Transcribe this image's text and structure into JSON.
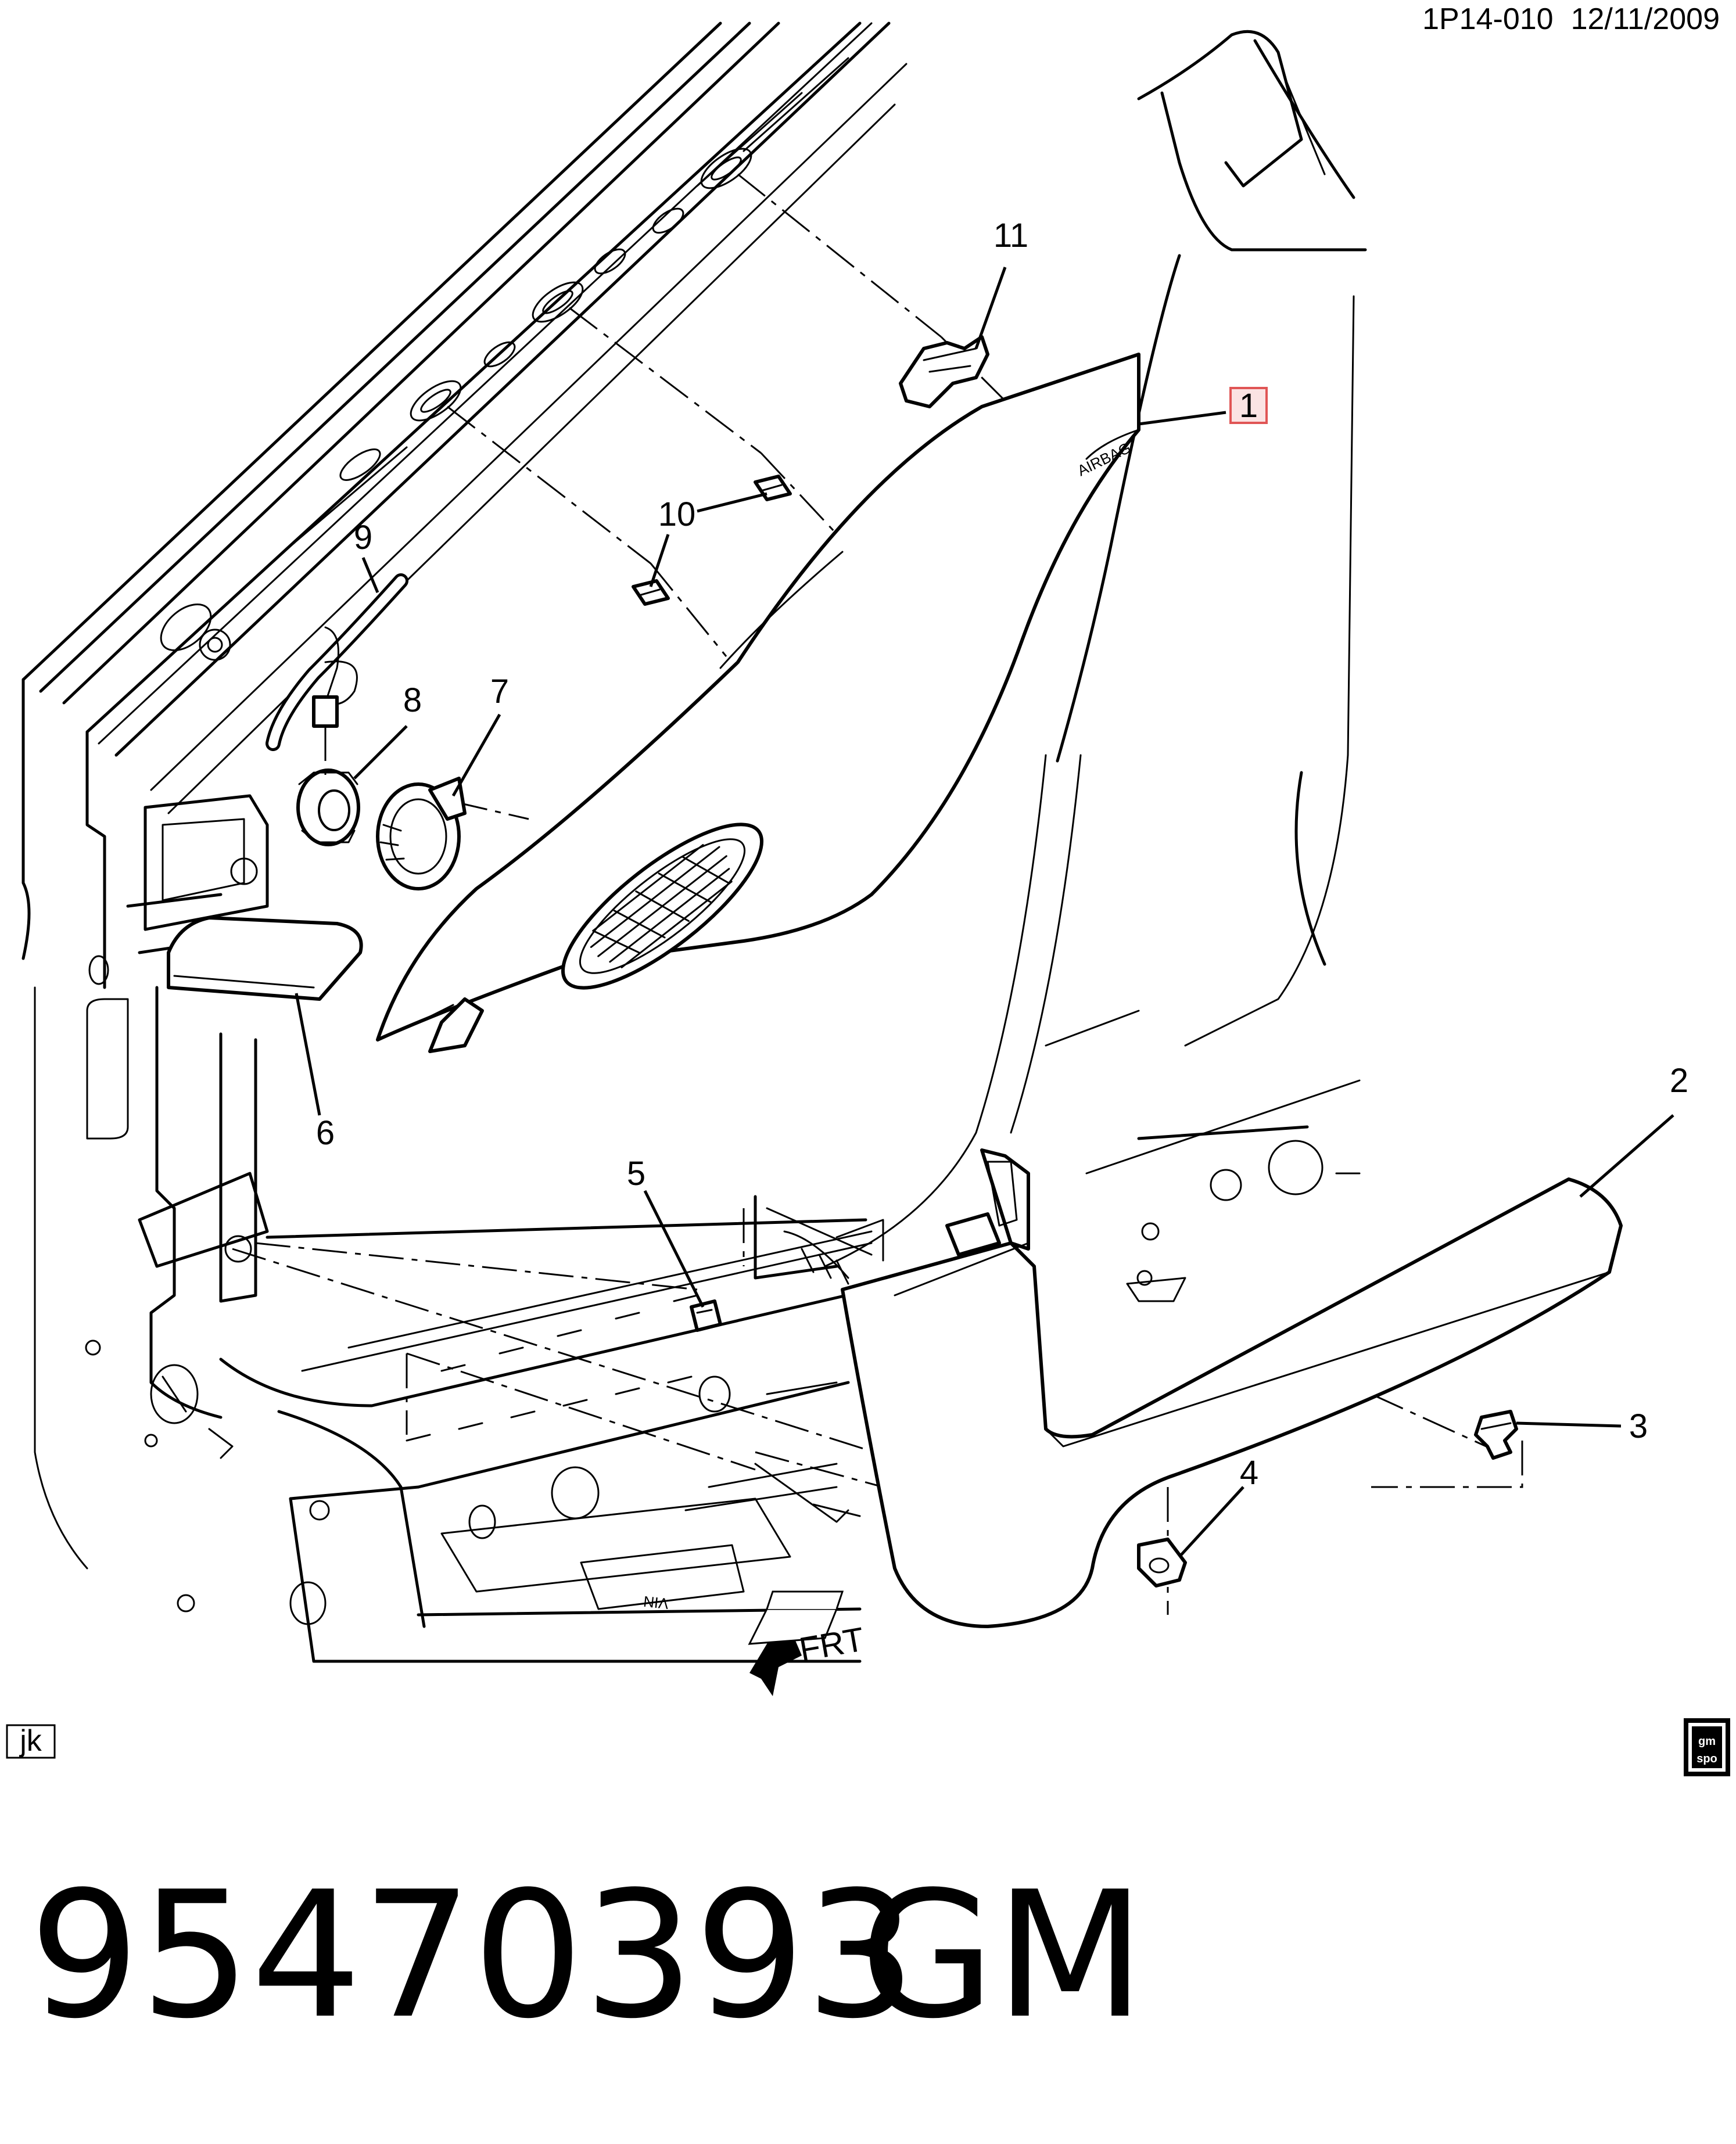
{
  "header": {
    "diagram_code": "1P14-010",
    "date": "12/11/2009"
  },
  "callouts": [
    {
      "id": "1",
      "label": "1",
      "highlighted": true
    },
    {
      "id": "2",
      "label": "2"
    },
    {
      "id": "3",
      "label": "3"
    },
    {
      "id": "4",
      "label": "4"
    },
    {
      "id": "5",
      "label": "5"
    },
    {
      "id": "6",
      "label": "6"
    },
    {
      "id": "7",
      "label": "7"
    },
    {
      "id": "8",
      "label": "8"
    },
    {
      "id": "9",
      "label": "9"
    },
    {
      "id": "10",
      "label": "10"
    },
    {
      "id": "11",
      "label": "11"
    }
  ],
  "embossed": {
    "airbag": "AIRBAG",
    "vin": "VIN",
    "front_arrow": "FRT"
  },
  "corner": {
    "author_initials": "jk",
    "logo_line1": "gm",
    "logo_line2": "spo"
  },
  "footer": {
    "part_number": "95470393",
    "brand": "GM"
  },
  "colors": {
    "highlight_stroke": "#e05555",
    "highlight_fill": "#fbe3e3",
    "line": "#000000"
  }
}
